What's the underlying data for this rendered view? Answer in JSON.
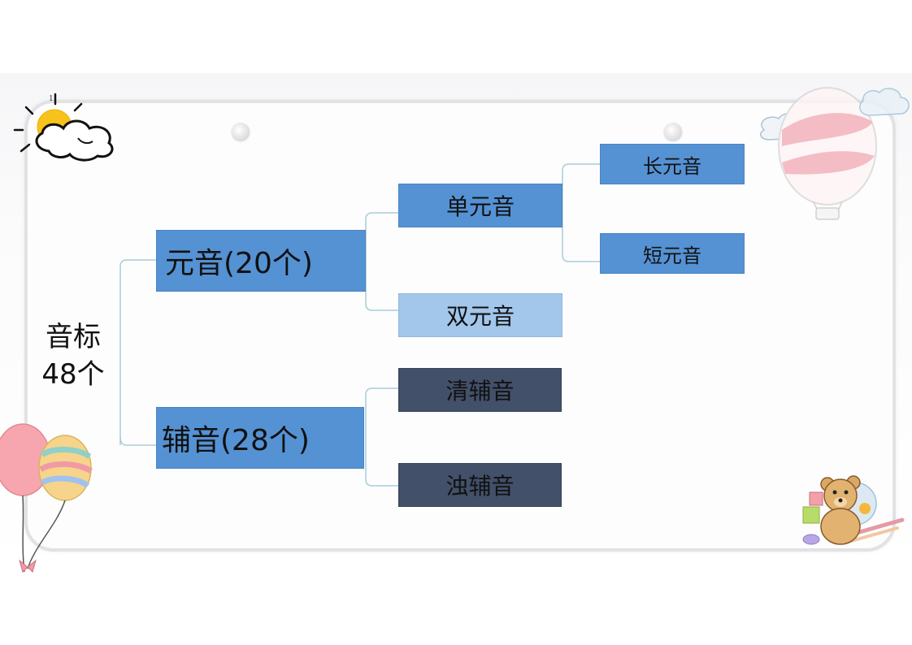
{
  "page_number": "1",
  "root": {
    "line1": "音标",
    "line2": "48个"
  },
  "level1": {
    "vowels": "元音(20个)",
    "consonants": "辅音(28个)"
  },
  "level2": {
    "monophthong": "单元音",
    "diphthong": "双元音",
    "voiceless": "清辅音",
    "voiced": "浊辅音"
  },
  "level3": {
    "long_vowel": "长元音",
    "short_vowel": "短元音"
  },
  "colors": {
    "blue": "#5592d4",
    "light_blue": "#a3c6eb",
    "dark_slate": "#425069",
    "connector": "#a9ccd8"
  }
}
